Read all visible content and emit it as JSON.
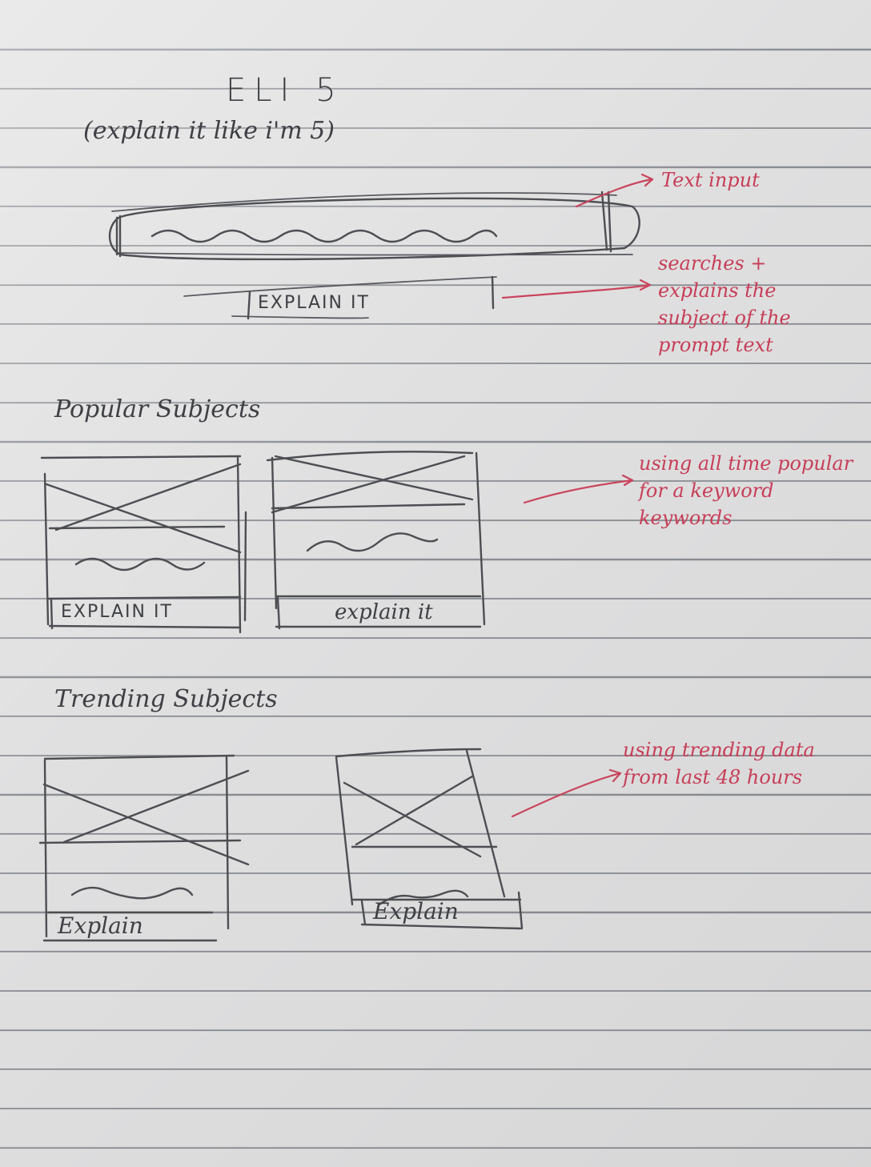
{
  "header": {
    "title": "ELI 5",
    "subtitle": "(explain it like i'm 5)"
  },
  "search": {
    "input_placeholder": "~~~~~~~~",
    "submit_label": "EXPLAIN IT"
  },
  "sections": [
    {
      "heading": "Popular Subjects",
      "cards": [
        {
          "image": "placeholder-x",
          "text": "~~~",
          "button_label": "EXPLAIN IT"
        },
        {
          "image": "placeholder-x",
          "text": "~~~",
          "button_label": "explain it"
        }
      ]
    },
    {
      "heading": "Trending Subjects",
      "cards": [
        {
          "image": "placeholder-x",
          "text": "~~~",
          "button_label": "Explain"
        },
        {
          "image": "placeholder-x",
          "text": "~~~",
          "button_label": "Explain"
        }
      ]
    }
  ],
  "annotations": [
    {
      "target": "text-input",
      "text": "Text input"
    },
    {
      "target": "explain-button",
      "text": "searches + explains the subject of the prompt text"
    },
    {
      "target": "popular-subjects",
      "text": "using all time popular for a keyword keywords"
    },
    {
      "target": "trending-subjects",
      "text": "using trending data from last 48 hours"
    }
  ],
  "colors": {
    "paper": "#dfdfe0",
    "rule_lines": "#8a8d92",
    "pencil": "#4d4e52",
    "red_pen": "#c9455c"
  }
}
